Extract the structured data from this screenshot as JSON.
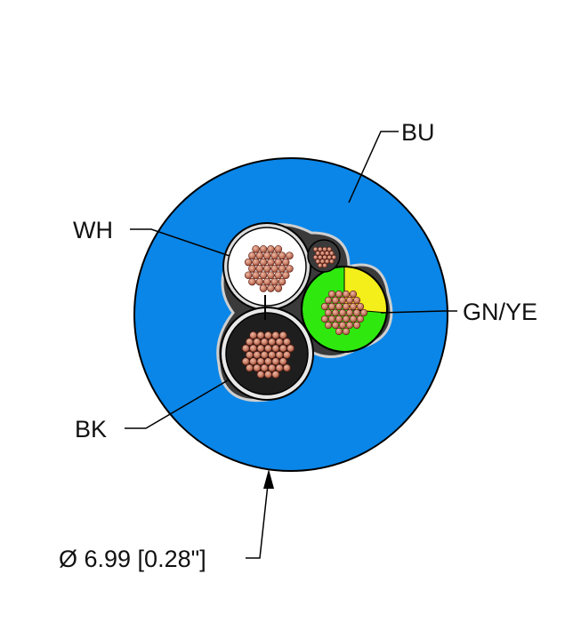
{
  "labels": {
    "bu": "BU",
    "wh": "WH",
    "gn_ye": "GN/YE",
    "bk": "BK",
    "diameter": "Ø 6.99 [0.28\"]"
  },
  "colors": {
    "jacket": "#0a86e8",
    "filler": "#3a3a3a",
    "white_core": "#ffffff",
    "black_core": "#1e1e1e",
    "green": "#2ee80e",
    "yellow": "#f4ee1a",
    "copper": "#c47a62",
    "copper_dark": "#8a3a2a"
  }
}
